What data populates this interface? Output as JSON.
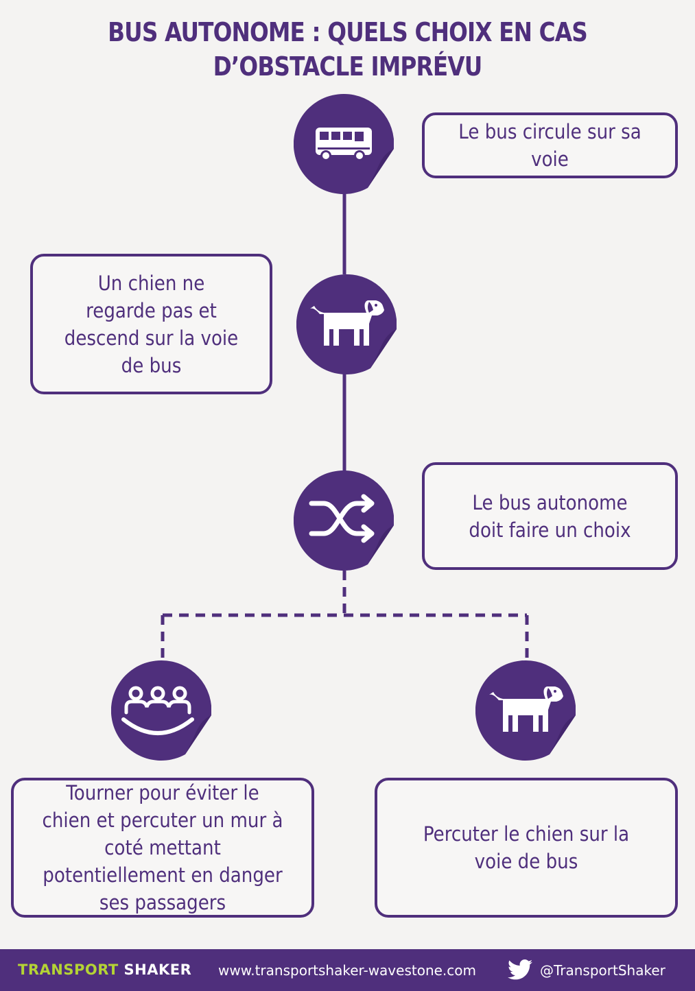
{
  "title": {
    "line1": "BUS AUTONOME : QUELS CHOIX EN CAS",
    "line2": "D’OBSTACLE IMPRÉVU"
  },
  "steps": {
    "bus": {
      "icon": "bus-icon",
      "text": "Le bus circule sur sa voie"
    },
    "dog": {
      "icon": "dog-icon",
      "text": "Un chien ne regarde pas et descend sur la voie de bus"
    },
    "choice": {
      "icon": "shuffle-icon",
      "text": "Le bus autonome doit faire un choix"
    }
  },
  "options": {
    "left": {
      "icon": "passengers-icon",
      "text": "Tourner pour éviter le chien et percuter un mur à coté mettant potentiellement en danger ses passagers"
    },
    "right": {
      "icon": "dog-icon",
      "text": "Percuter le chien sur la voie de bus"
    }
  },
  "footer": {
    "brand_part1": "TRANSPORT",
    "brand_part2": " SHAKER",
    "website": "www.transportshaker-wavestone.com",
    "twitter_icon": "twitter-bird-icon",
    "handle": "@TransportShaker"
  },
  "colors": {
    "purple": "#4f2f7c",
    "accent_green": "#b4d335",
    "background": "#f4f3f2"
  }
}
